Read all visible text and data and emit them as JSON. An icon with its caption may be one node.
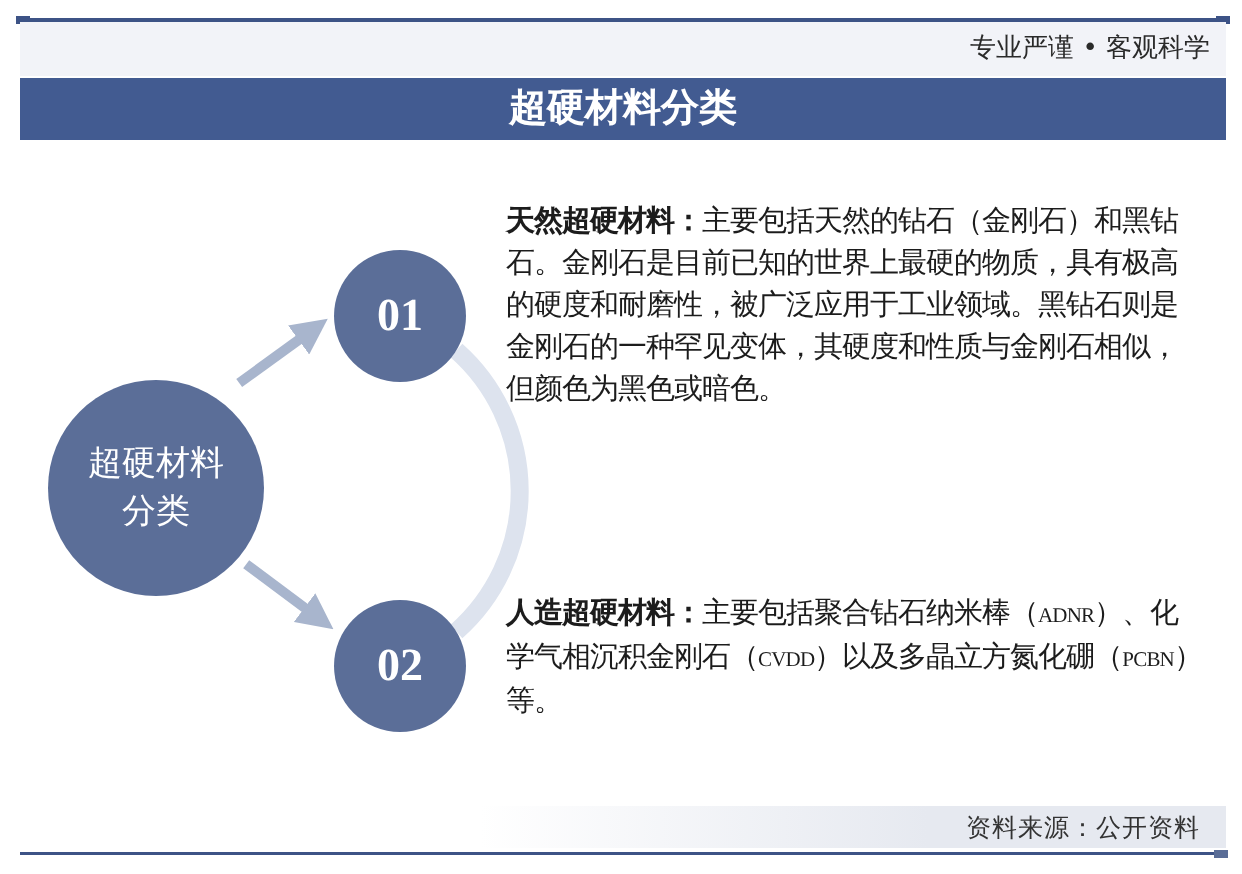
{
  "diagram": {
    "title": "超硬材料分类",
    "nodes": [
      {
        "text": [
          "超硬材料分类"
        ]
      },
      {
        "text": [
          "01"
        ],
        "beside": [
          "**天然超硬材料：**主要包括天然的钻石（金刚石）和黑钻石。金刚石是目前已知的世界上最硬的物质，具有极高的硬度和耐磨性，被广泛应用于工业领域。黑钻石则是金刚石的一种罕见变体，其硬度和性质与金刚石相似，但颜色为黑色或暗色。"
        ]
      },
      {
        "text": [
          "02"
        ],
        "beside": [
          "**人造超硬材料：**主要包括聚合钻石纳米棒（ADNR）、化学气相沉积金刚石（CVDD）以及多晶立方氮化硼（PCBN）等。"
        ]
      }
    ],
    "edges": [
      {
        "from": 0,
        "to": 1,
        "arrow": "to"
      },
      {
        "from": 0,
        "to": 2,
        "arrow": "to"
      },
      {
        "from": 1,
        "to": 2,
        "arrow": "none",
        "style": "thick",
        "color": "#dde3ee"
      }
    ],
    "labels": [
      "专业严谨 • 客观科学",
      "资料来源：公开资料"
    ]
  }
}
